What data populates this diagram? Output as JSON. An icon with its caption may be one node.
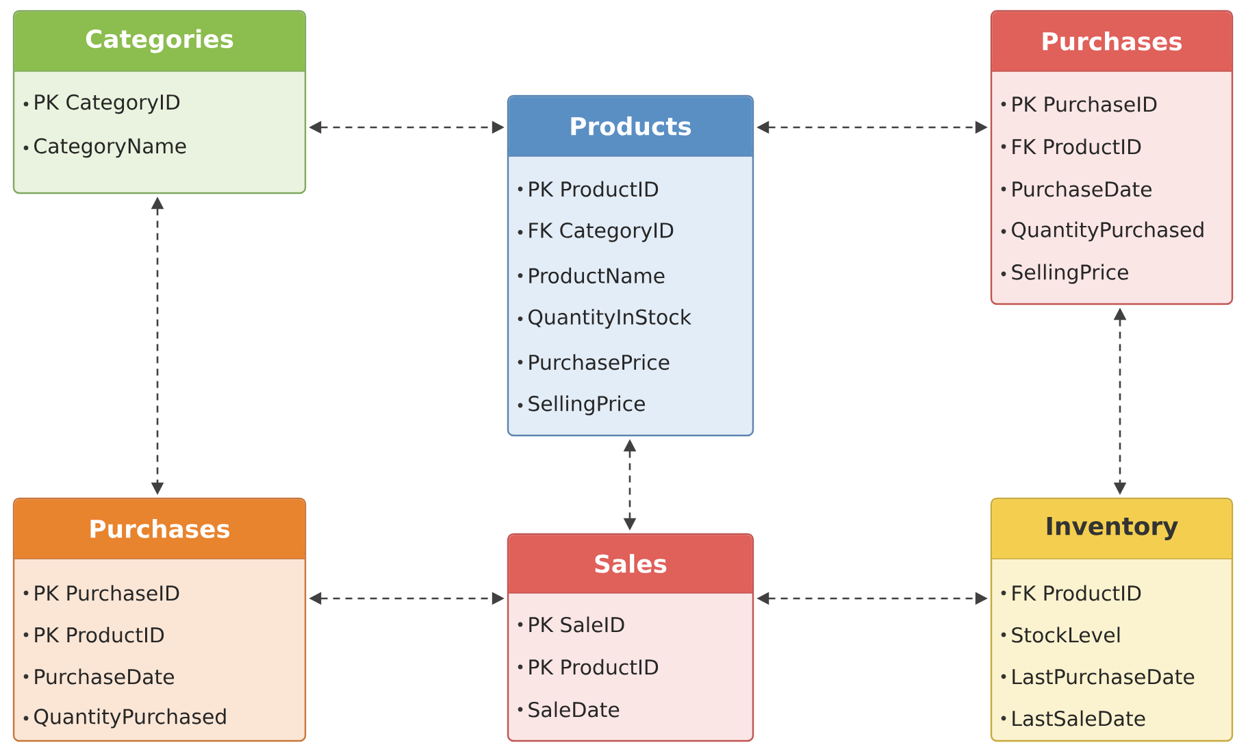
{
  "diagram": {
    "nodes": [
      {
        "text": [
          "Categories",
          "PK CategoryID",
          "CategoryName"
        ]
      },
      {
        "text": [
          "Products",
          "PK ProductID",
          "FK CategoryID",
          "ProductName",
          "QuantityInStock",
          "PurchasePrice",
          "SellingPrice"
        ]
      },
      {
        "text": [
          "Purchases",
          "PK PurchaseID",
          "FK ProductID",
          "PurchaseDate",
          "QuantityPurchased",
          "SellingPrice"
        ]
      },
      {
        "text": [
          "Purchases",
          "PK PurchaseID",
          "PK ProductID",
          "PurchaseDate",
          "QuantityPurchased"
        ]
      },
      {
        "text": [
          "Sales",
          "PK SaleID",
          "PK ProductID",
          "SaleDate"
        ]
      },
      {
        "text": [
          "Inventory",
          "FK ProductID",
          "StockLevel",
          "LastPurchaseDate",
          "LastSaleDate"
        ]
      }
    ],
    "edges": [
      {
        "from": 0,
        "to": 1,
        "arrow": "both",
        "style": "dashed"
      },
      {
        "from": 1,
        "to": 2,
        "arrow": "both",
        "style": "dashed"
      },
      {
        "from": 0,
        "to": 3,
        "arrow": "both",
        "style": "dashed"
      },
      {
        "from": 1,
        "to": 4,
        "arrow": "both",
        "style": "dashed"
      },
      {
        "from": 2,
        "to": 5,
        "arrow": "both",
        "style": "dashed"
      },
      {
        "from": 3,
        "to": 4,
        "arrow": "both",
        "style": "dashed"
      },
      {
        "from": 4,
        "to": 5,
        "arrow": "both",
        "style": "dashed"
      }
    ]
  }
}
